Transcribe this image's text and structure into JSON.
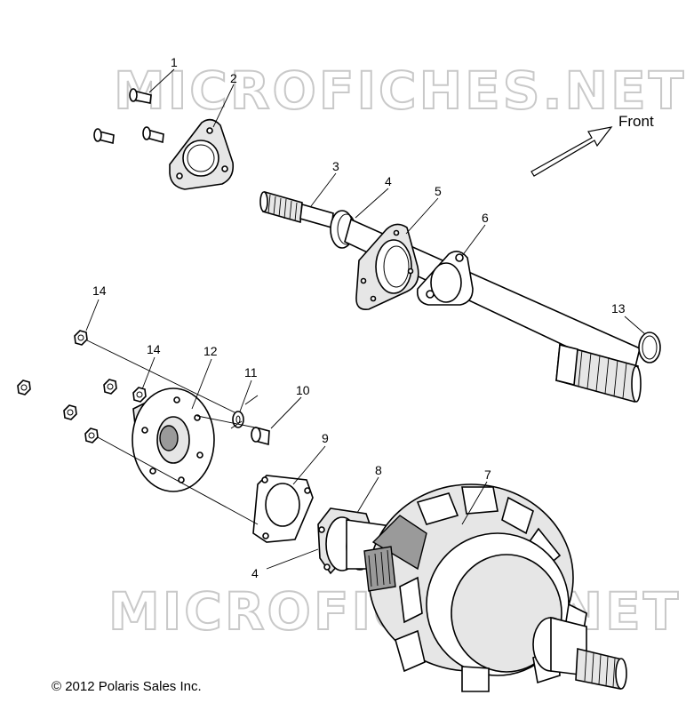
{
  "watermark": "MICROFICHES.NET",
  "direction_label": "Front",
  "copyright": "© 2012 Polaris Sales Inc.",
  "callouts": [
    "1",
    "2",
    "3",
    "4",
    "5",
    "6",
    "13",
    "14",
    "12",
    "14",
    "11",
    "10",
    "9",
    "8",
    "7",
    "4"
  ]
}
